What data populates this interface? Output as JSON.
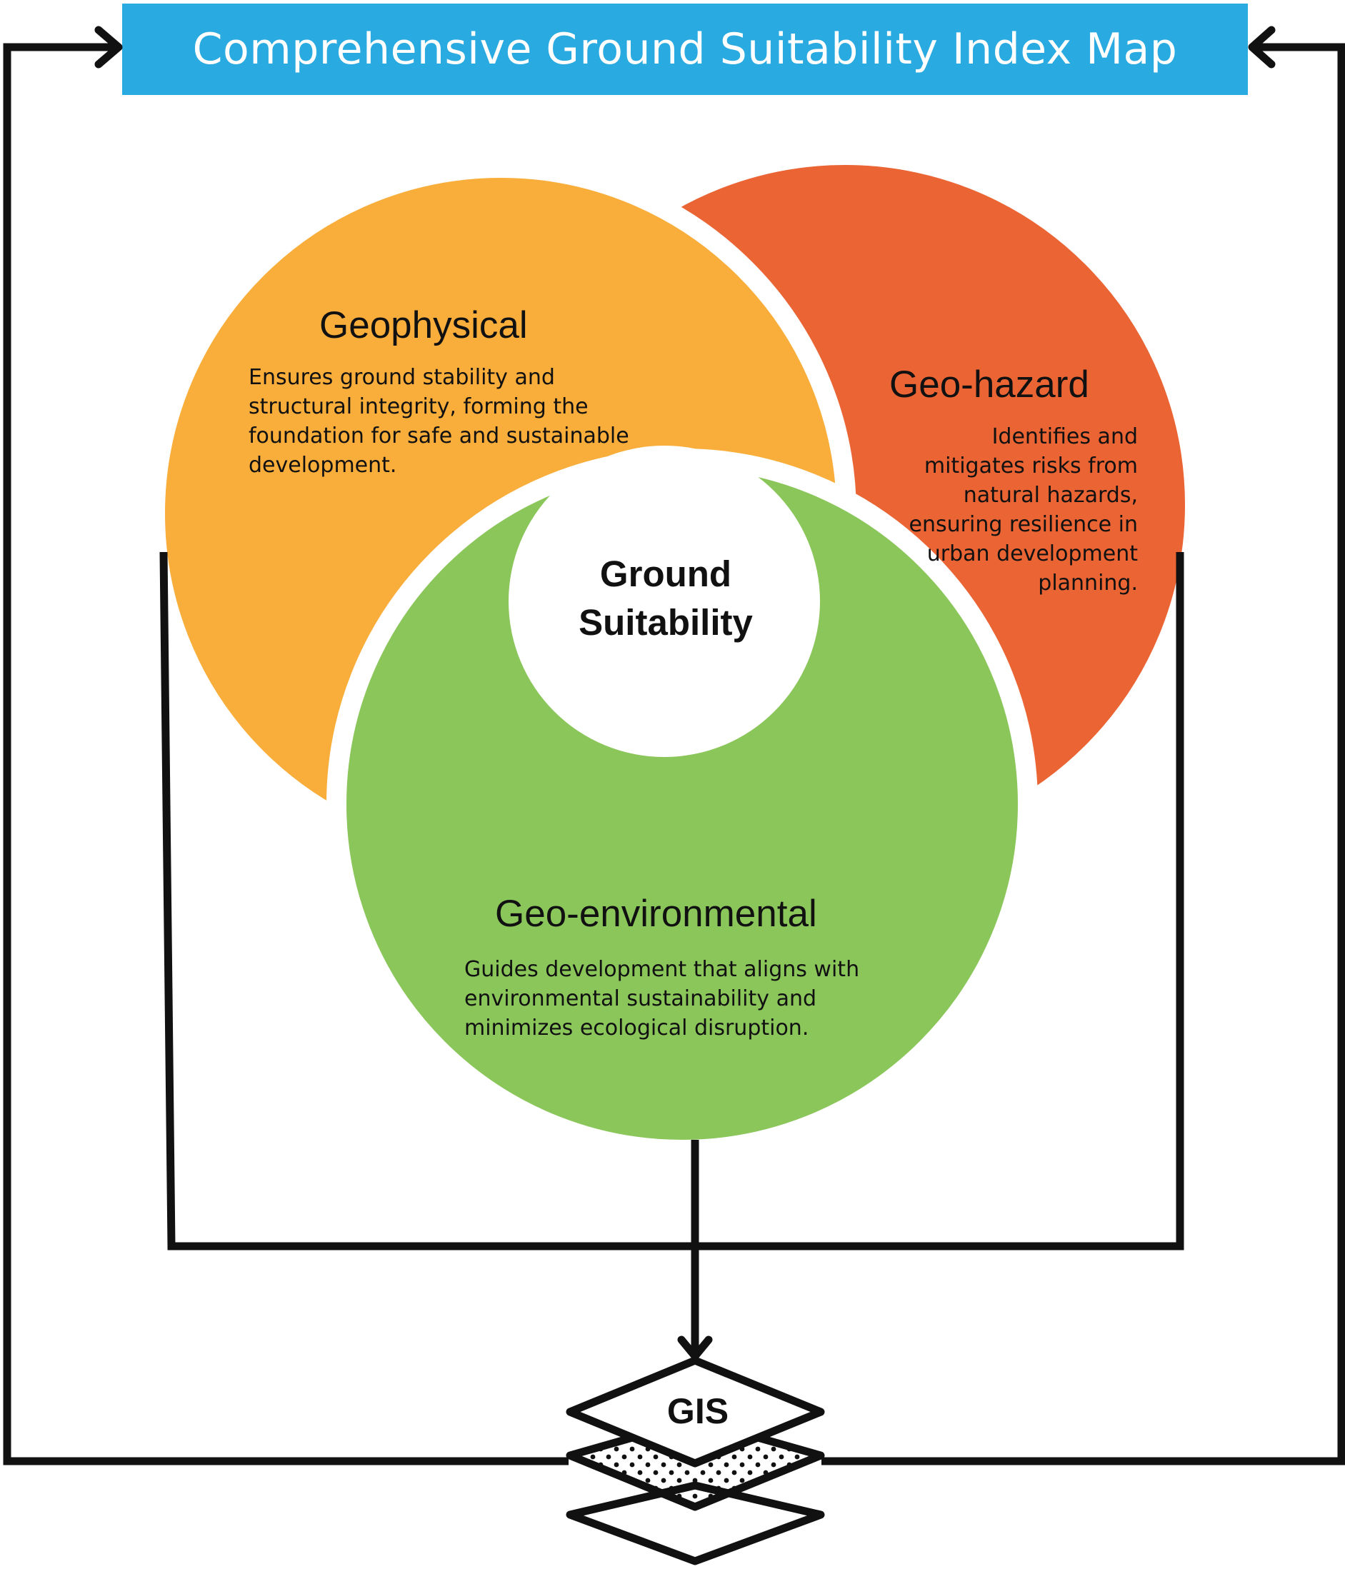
{
  "title": "Comprehensive Ground Suitability Index Map",
  "center": {
    "line1": "Ground",
    "line2": "Suitability"
  },
  "nodes": {
    "geophysical": {
      "heading": "Geophysical",
      "lines": [
        "Ensures ground stability and",
        "structural integrity, forming the",
        "foundation for safe and sustainable",
        "development."
      ]
    },
    "geohazard": {
      "heading": "Geo-hazard",
      "lines": [
        "Identifies and",
        "mitigates risks from",
        "natural hazards,",
        "ensuring resilience in",
        "urban development",
        "planning."
      ]
    },
    "geoenvironmental": {
      "heading": "Geo-environmental",
      "lines": [
        "Guides development that aligns with",
        "environmental sustainability and",
        "minimizes ecological disruption."
      ]
    }
  },
  "gis": {
    "label": "GIS"
  },
  "colors": {
    "title_bar": "#29aae1",
    "geophysical": "#f9ae3b",
    "geohazard": "#ea6434",
    "geoenvironmental": "#8bc65b",
    "lines": "#111111"
  }
}
